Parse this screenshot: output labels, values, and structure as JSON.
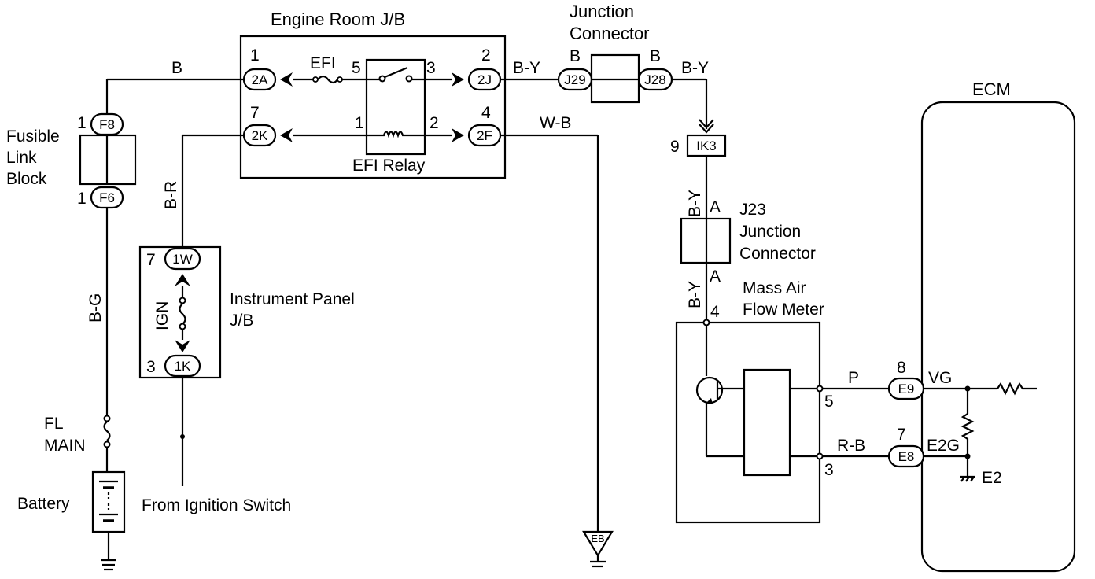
{
  "engine_room_jb": {
    "title": "Engine Room J/B"
  },
  "junction_connector_top": {
    "title_line1": "Junction",
    "title_line2": "Connector",
    "left_pin": "B",
    "right_pin": "B",
    "left_conn": "J29",
    "right_conn": "J28"
  },
  "fusible_link_block": {
    "line1": "Fusible",
    "line2": "Link",
    "line3": "Block",
    "top_pin": "1",
    "top_conn": "F8",
    "bottom_pin": "1",
    "bottom_conn": "F6"
  },
  "wires": {
    "b": "B",
    "b_y_1": "B-Y",
    "b_y_2": "B-Y",
    "w_b": "W-B",
    "b_r": "B-R",
    "b_g": "B-G",
    "b_y_3": "B-Y",
    "b_y_4": "B-Y",
    "p": "P",
    "r_b": "R-B"
  },
  "engine_room_pins": {
    "p1": "1",
    "p2A": "2A",
    "p7": "7",
    "p2K": "2K",
    "p2": "2",
    "p2J": "2J",
    "p4": "4",
    "p2F": "2F",
    "efi": "EFI",
    "relay_5": "5",
    "relay_3": "3",
    "relay_1": "1",
    "relay_2": "2",
    "relay_label": "EFI Relay"
  },
  "ik3": {
    "pin": "9",
    "conn": "IK3"
  },
  "j23": {
    "pin_top": "A",
    "pin_bottom": "A",
    "line1": "J23",
    "line2": "Junction",
    "line3": "Connector"
  },
  "mass_air_flow_meter": {
    "line1": "Mass Air",
    "line2": "Flow Meter",
    "pin4": "4",
    "pin5": "5",
    "pin3": "3"
  },
  "instrument_panel_jb": {
    "line1": "Instrument Panel",
    "line2": "J/B",
    "pin7": "7",
    "conn_1W": "1W",
    "ign": "IGN",
    "pin3": "3",
    "conn_1K": "1K"
  },
  "fl_main": {
    "line1": "FL",
    "line2": "MAIN"
  },
  "battery": {
    "label": "Battery"
  },
  "ignition": {
    "label": "From Ignition Switch"
  },
  "ground_eb": {
    "label": "EB"
  },
  "ecm": {
    "title": "ECM",
    "vg": "VG",
    "e2g": "E2G",
    "e2": "E2",
    "pin8": "8",
    "conn_e9": "E9",
    "pin7": "7",
    "conn_e8": "E8"
  }
}
